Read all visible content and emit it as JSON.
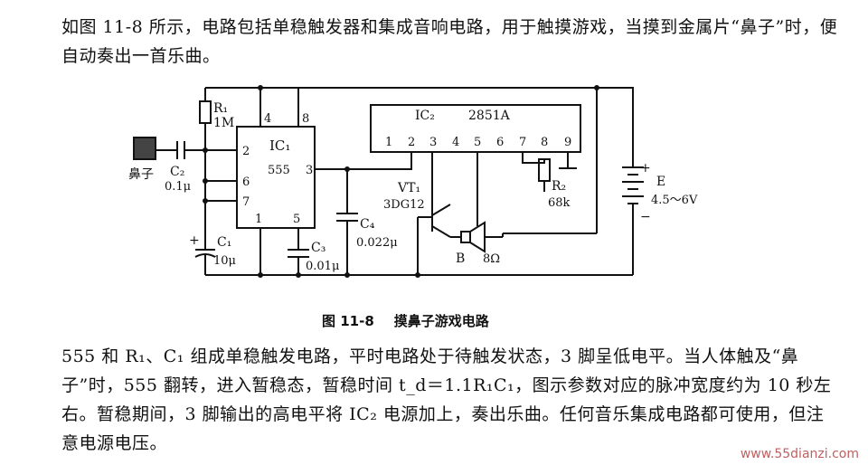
{
  "text": {
    "intro": "如图 11-8 所示，电路包括单稳触发器和集成音响电路，用于触摸游戏，当摸到金属片“鼻子”时，便自动奏出一首乐曲。",
    "caption_num": "图 11-8",
    "caption_title": "摸鼻子游戏电路",
    "body": "555 和 R₁、C₁ 组成单稳触发电路，平时电路处于待触发状态，3 脚呈低电平。当人体触及“鼻子”时，555 翻转，进入暂稳态，暂稳时间 t_d＝1.1R₁C₁，图示参数对应的脉冲宽度约为 10 秒左右。暂稳期间，3 脚输出的高电平将 IC₂ 电源加上，奏出乐曲。任何音乐集成电路都可使用，但注意电源电压。",
    "watermark": "www.55dianzi.com"
  },
  "labels": {
    "r1": "R₁",
    "r1_val": "1M",
    "ic1": "IC₁",
    "ic1_type": "555",
    "ic1_pin4": "4",
    "ic1_pin8": "8",
    "ic1_pin2": "2",
    "ic1_pin6": "6",
    "ic1_pin7": "7",
    "ic1_pin1": "1",
    "ic1_pin5": "5",
    "ic1_pin3": "3",
    "nose": "鼻子",
    "c2": "C₂",
    "c2_val": "0.1μ",
    "c1": "C₁",
    "c1_val": "10μ",
    "c3": "C₃",
    "c3_val": "0.01μ",
    "c4": "C₄",
    "c4_val": "0.022μ",
    "ic2": "IC₂",
    "ic2_type": "2851A",
    "ic2_pins": [
      "1",
      "2",
      "3",
      "4",
      "5",
      "6",
      "7",
      "8",
      "9"
    ],
    "vt1": "VT₁",
    "vt1_type": "3DG12",
    "r2": "R₂",
    "r2_val": "68k",
    "speaker": "B",
    "speaker_val": "8Ω",
    "battery": "E",
    "battery_val": "4.5～6V",
    "plus": "+",
    "minus": "−"
  }
}
